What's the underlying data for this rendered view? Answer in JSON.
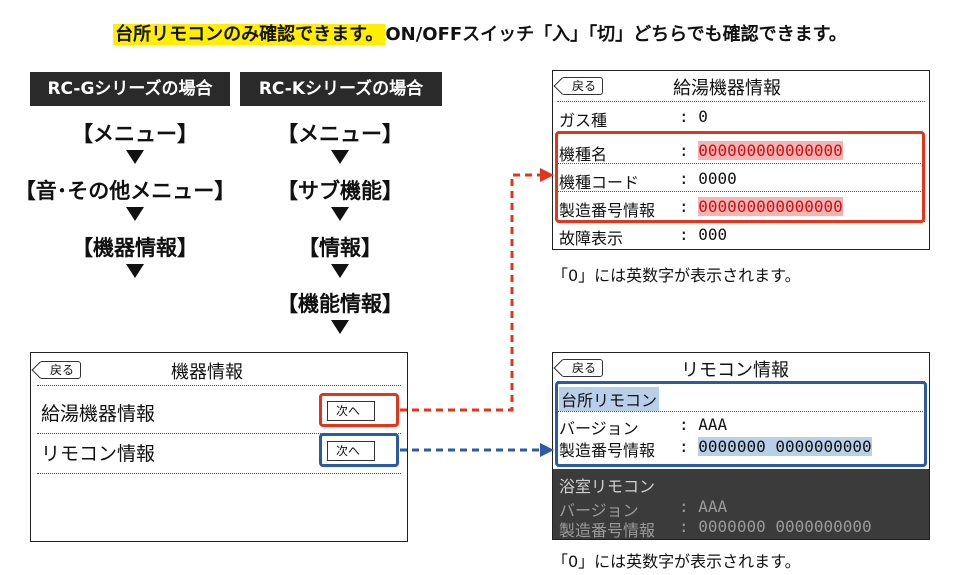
{
  "top_note": {
    "highlight": "台所リモコンのみ確認できます。",
    "rest": "ON/OFFスイッチ「入」「切」どちらでも確認できます。"
  },
  "series_g": {
    "header": "RC-Gシリーズの場合",
    "steps": [
      "【メニュー】",
      "【音･その他メニュー】",
      "【機器情報】"
    ]
  },
  "series_k": {
    "header": "RC-Kシリーズの場合",
    "steps": [
      "【メニュー】",
      "【サブ機能】",
      "【情報】",
      "【機能情報】"
    ]
  },
  "device_screen": {
    "back": "戻る",
    "title": "機器情報",
    "rows": [
      {
        "label": "給湯機器情報",
        "button": "次へ"
      },
      {
        "label": "リモコン情報",
        "button": "次へ"
      }
    ]
  },
  "water_heater_screen": {
    "back": "戻る",
    "title": "給湯機器情報",
    "rows": [
      {
        "label": "ガス種",
        "sep": ":",
        "value": "0"
      },
      {
        "label": "機種名",
        "sep": ":",
        "value": "000000000000000"
      },
      {
        "label": "機種コード",
        "sep": ":",
        "value": "0000"
      },
      {
        "label": "製造番号情報",
        "sep": ":",
        "value": "000000000000000"
      },
      {
        "label": "故障表示",
        "sep": ":",
        "value": "000"
      }
    ],
    "note": "「0」には英数字が表示されます。"
  },
  "remote_screen": {
    "back": "戻る",
    "title": "リモコン情報",
    "kitchen": {
      "heading": "台所リモコン",
      "version_label": "バージョン",
      "version_sep": ":",
      "version_value": "AAA",
      "serial_label": "製造番号情報",
      "serial_sep": ":",
      "serial_value": "0000000 0000000000"
    },
    "bath": {
      "heading": "浴室リモコン",
      "version_label": "バージョン",
      "version_sep": ":",
      "version_value": "AAA",
      "serial_label": "製造番号情報",
      "serial_sep": ":",
      "serial_value": "0000000 0000000000"
    },
    "note": "「0」には英数字が表示されます。"
  },
  "colors": {
    "highlight": "#ffee00",
    "red": "#e2351b",
    "blue": "#2c5aa5",
    "pink": "#f5b4b4",
    "light_blue": "#b7cfe8",
    "dark": "#2a2a2a"
  }
}
